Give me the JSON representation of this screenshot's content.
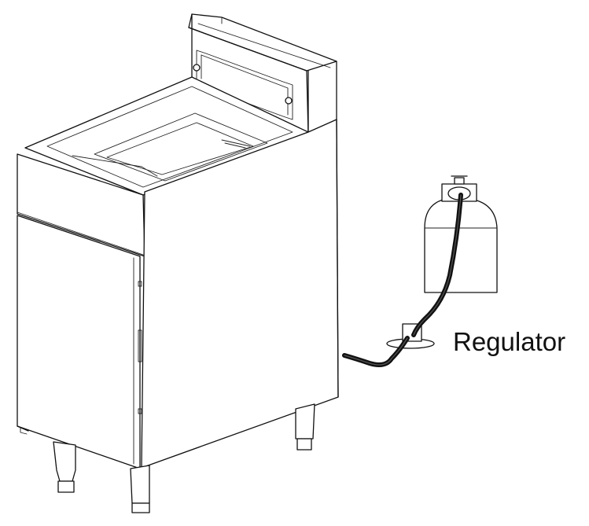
{
  "diagram": {
    "labels": {
      "regulator": "Regulator"
    },
    "parts": [
      "fryer",
      "propane-tank",
      "regulator",
      "gas-hose"
    ],
    "colors": {
      "line": "#111111",
      "background": "#ffffff"
    }
  }
}
